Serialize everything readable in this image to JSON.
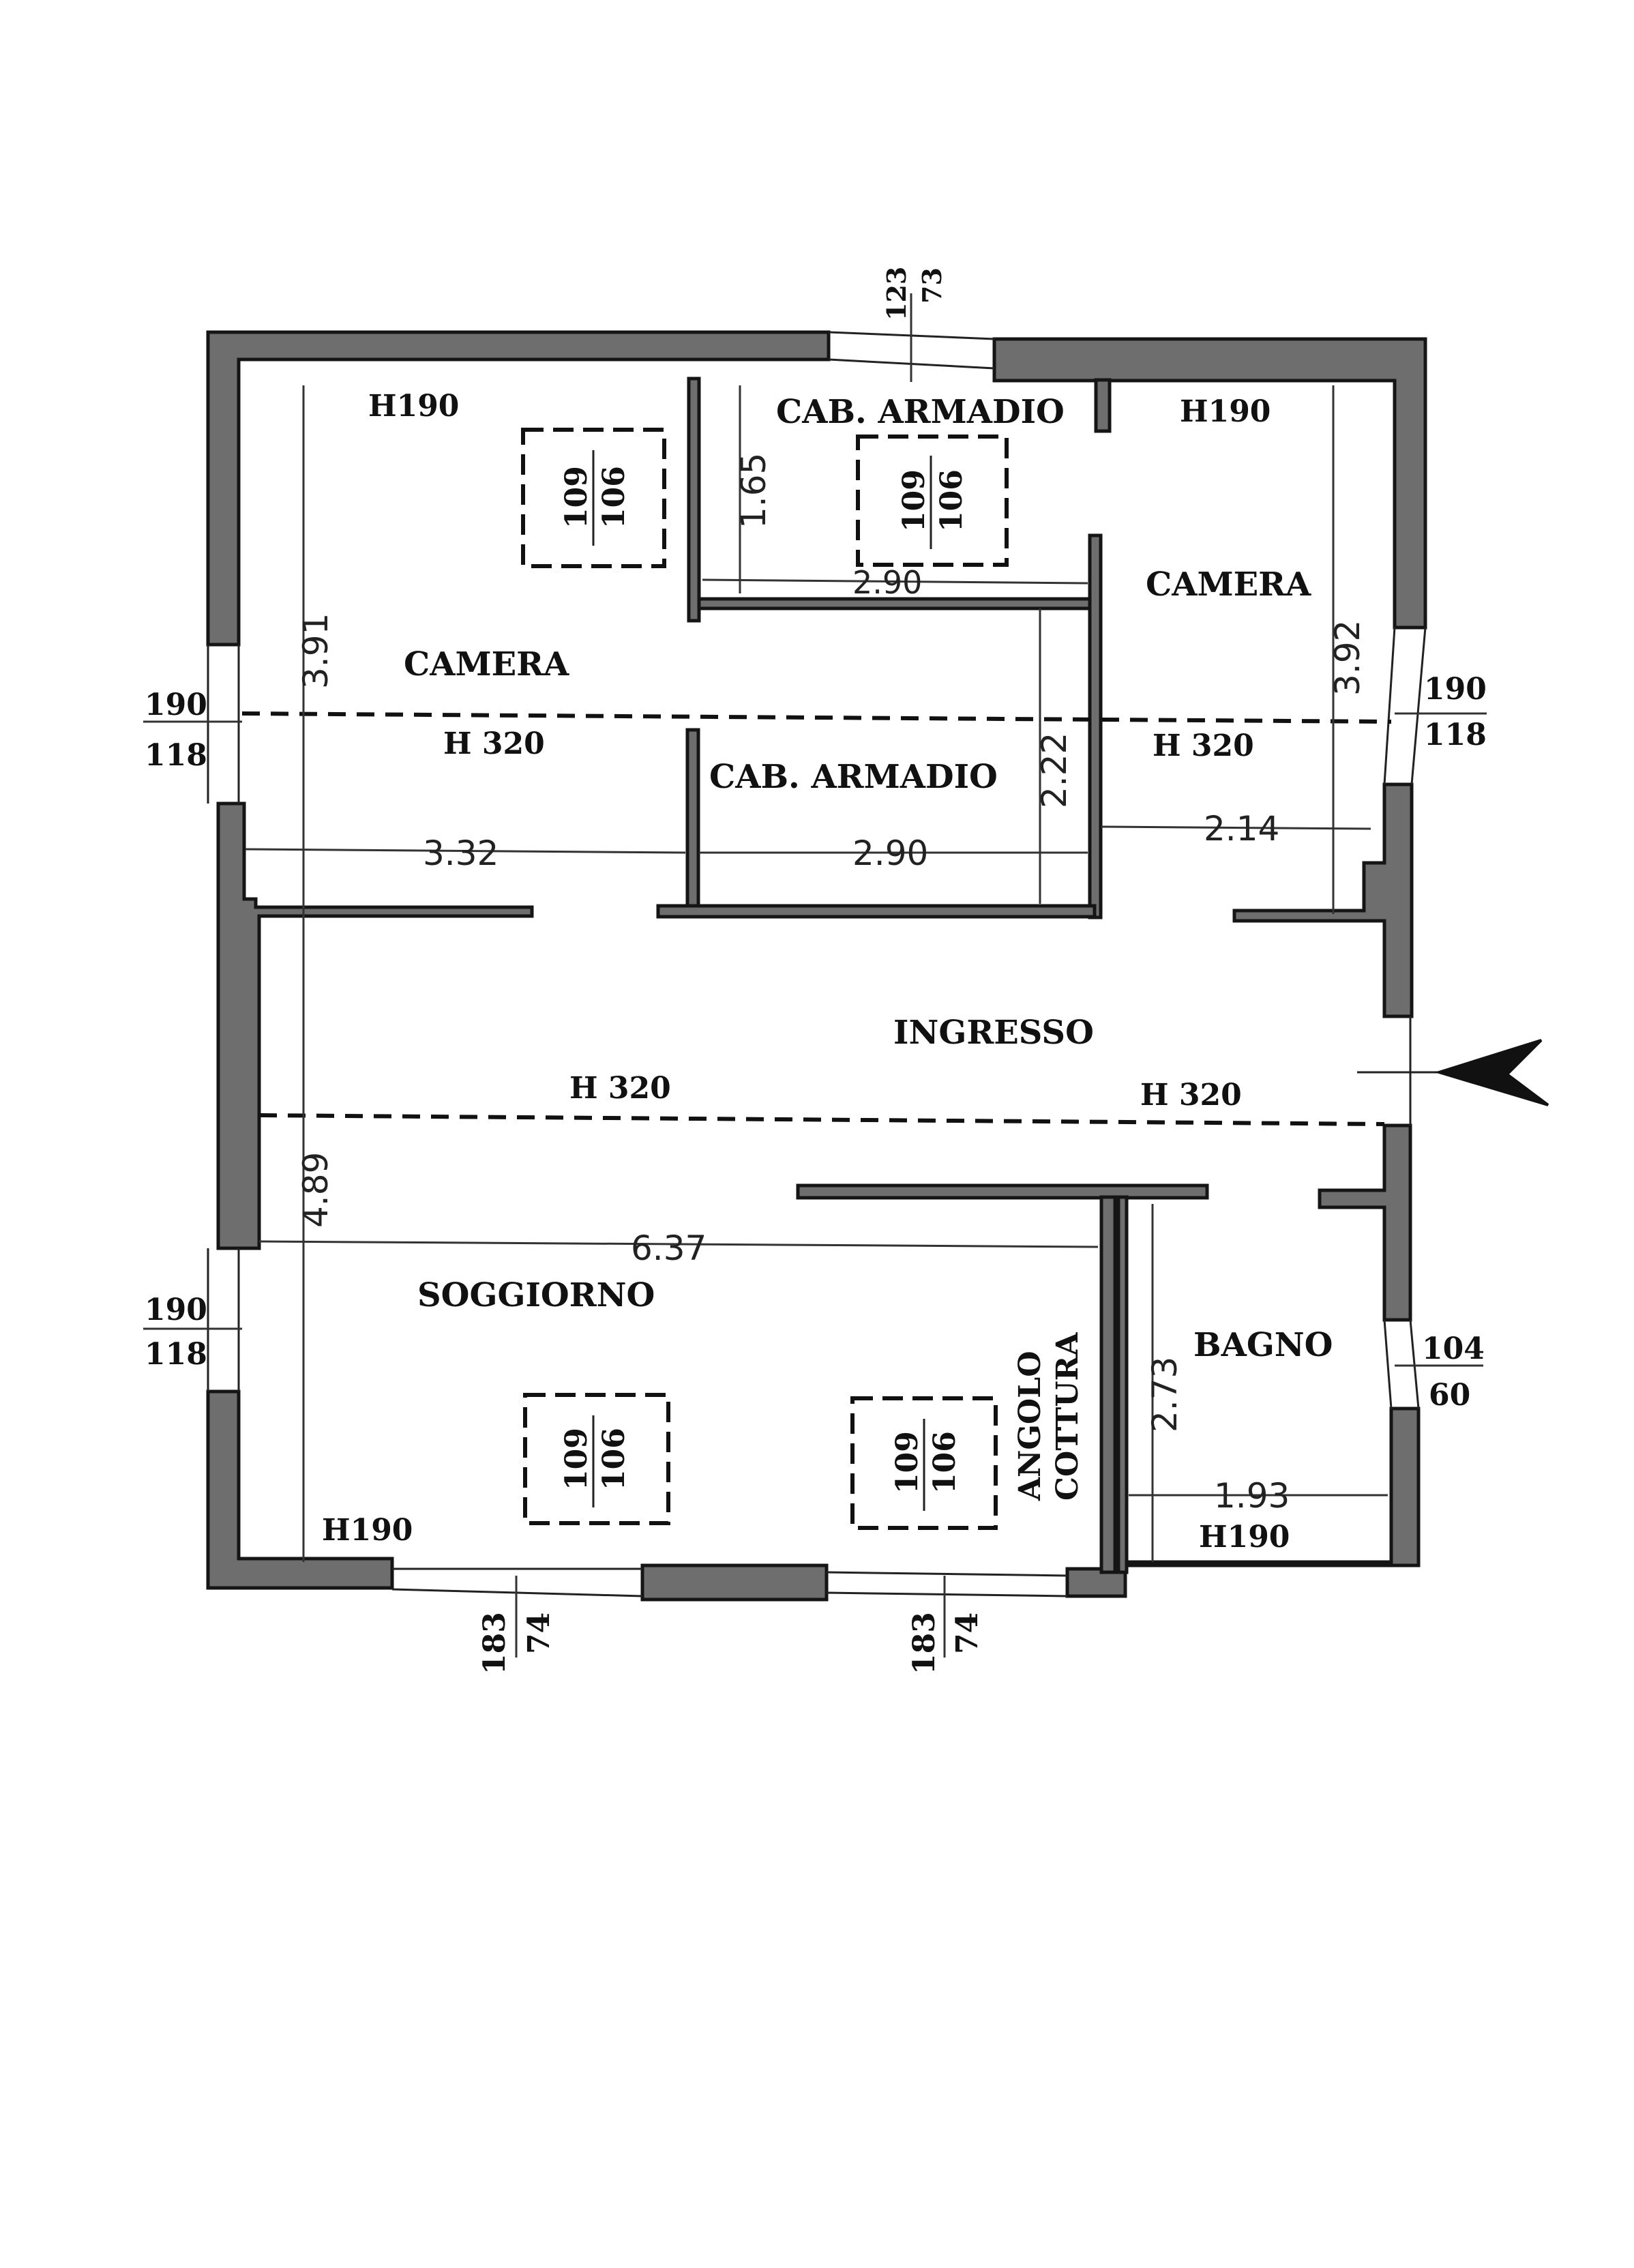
{
  "rooms": {
    "cab_armadio_top": "CAB. ARMADIO",
    "cab_armadio_mid": "CAB. ARMADIO",
    "camera_left": "CAMERA",
    "camera_right": "CAMERA",
    "ingresso": "INGRESSO",
    "soggiorno": "SOGGIORNO",
    "angolo": "ANGOLO",
    "cottura": "COTTURA",
    "bagno": "BAGNO"
  },
  "heights": {
    "top_left": "H190",
    "top_right": "H190",
    "camera_left_h": "H 320",
    "camera_right_h": "H 320",
    "ingresso_left_h": "H 320",
    "ingresso_right_h": "H 320",
    "soggiorno_h": "H190",
    "bagno_h": "H190"
  },
  "dimensions": {
    "d391": "3.91",
    "d165": "1.65",
    "d290_top": "2.90",
    "d392": "3.92",
    "d222": "2.22",
    "d332": "3.32",
    "d290_mid": "2.90",
    "d214": "2.14",
    "d489": "4.89",
    "d637": "6.37",
    "d273": "2.73",
    "d193": "1.93"
  },
  "windows": {
    "top": {
      "a": "123",
      "b": "73"
    },
    "left_upper": {
      "a": "190",
      "b": "118"
    },
    "right_upper": {
      "a": "190",
      "b": "118"
    },
    "left_lower": {
      "a": "190",
      "b": "118"
    },
    "right_lower": {
      "a": "104",
      "b": "60"
    },
    "bottom_left": {
      "a": "183",
      "b": "74"
    },
    "bottom_right": {
      "a": "183",
      "b": "74"
    }
  },
  "skylights": {
    "camera_left": {
      "a": "109",
      "b": "106"
    },
    "cab_armadio": {
      "a": "109",
      "b": "106"
    },
    "soggiorno_left": {
      "a": "109",
      "b": "106"
    },
    "soggiorno_right": {
      "a": "109",
      "b": "106"
    }
  },
  "colors": {
    "wall": "#6e6e6e",
    "ink": "#111111",
    "background": "#ffffff"
  }
}
